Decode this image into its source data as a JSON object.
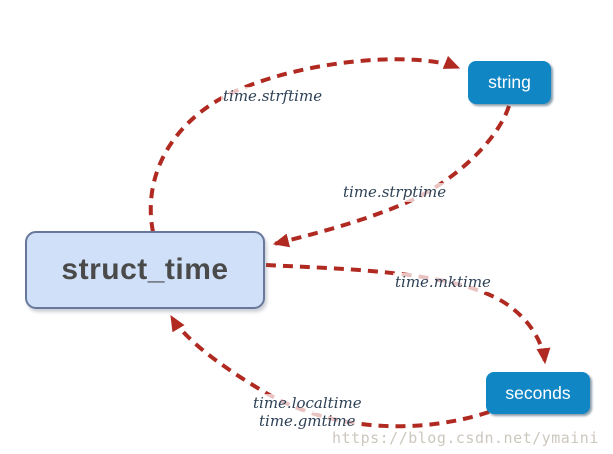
{
  "nodes": {
    "struct_time": {
      "label": "struct_time"
    },
    "string": {
      "label": "string"
    },
    "seconds": {
      "label": "seconds"
    }
  },
  "edges": {
    "strftime": {
      "label": "time.strftime",
      "from": "struct_time",
      "to": "string"
    },
    "strptime": {
      "label": "time.strptime",
      "from": "string",
      "to": "struct_time"
    },
    "mktime": {
      "label": "time.mktime",
      "from": "struct_time",
      "to": "seconds"
    },
    "localtime": {
      "label": "time.localtime",
      "from": "seconds",
      "to": "struct_time"
    },
    "gmtime": {
      "label": "time.gmtime",
      "from": "seconds",
      "to": "struct_time"
    }
  },
  "watermark": {
    "text": "https://blog.csdn.net/ymaini"
  },
  "colors": {
    "arrow": "#b02a21",
    "node_blue_fill": "#1186c5",
    "node_light_fill": "#cfe0f8",
    "node_light_border": "#68789b",
    "node_main_text": "#4a4a4a",
    "edge_label_text": "#2e4156",
    "watermark_text": "#ccc8be"
  }
}
